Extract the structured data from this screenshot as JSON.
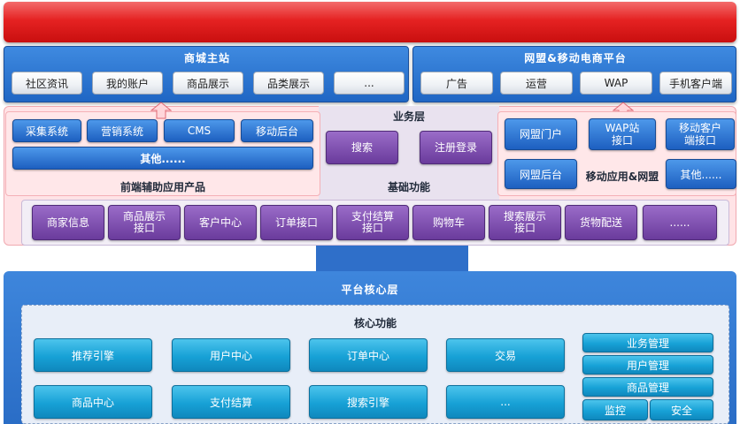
{
  "top_banner": {
    "color": "#e52222"
  },
  "mall_site": {
    "title": "商城主站",
    "items": [
      "社区资讯",
      "我的账户",
      "商品展示",
      "品类展示",
      "..."
    ]
  },
  "alliance_platform": {
    "title": "网盟&移动电商平台",
    "items": [
      "广告",
      "运营",
      "WAP",
      "手机客户端"
    ]
  },
  "business_layer": {
    "title": "业务层",
    "frontend_aux": {
      "title": "前端辅助应用产品",
      "items": [
        "采集系统",
        "营销系统",
        "CMS",
        "移动后台"
      ],
      "more": "其他......"
    },
    "center_buttons": [
      "搜索",
      "注册登录"
    ],
    "basic_functions_title": "基础功能",
    "mobile_alliance": {
      "title": "移动应用&网盟",
      "items": [
        "网盟门户",
        "WAP站\n接口",
        "移动客户\n端接口",
        "网盟后台",
        "其他......"
      ]
    },
    "functions": [
      "商家信息",
      "商品展示\n接口",
      "客户中心",
      "订单接口",
      "支付结算\n接口",
      "购物车",
      "搜索展示\n接口",
      "货物配送",
      "......"
    ]
  },
  "core_layer": {
    "title": "平台核心层",
    "core_functions_title": "核心功能",
    "row1": [
      "推荐引擎",
      "用户中心",
      "订单中心",
      "交易"
    ],
    "row2": [
      "商品中心",
      "支付结算",
      "搜索引擎",
      "..."
    ],
    "management": [
      "业务管理",
      "用户管理",
      "商品管理"
    ],
    "bottom": [
      "监控",
      "安全"
    ]
  },
  "colors": {
    "blue": "#1f66c4",
    "purple": "#6a3b9c",
    "teal": "#17a1d6",
    "pink_bg": "#ffe3e6"
  }
}
